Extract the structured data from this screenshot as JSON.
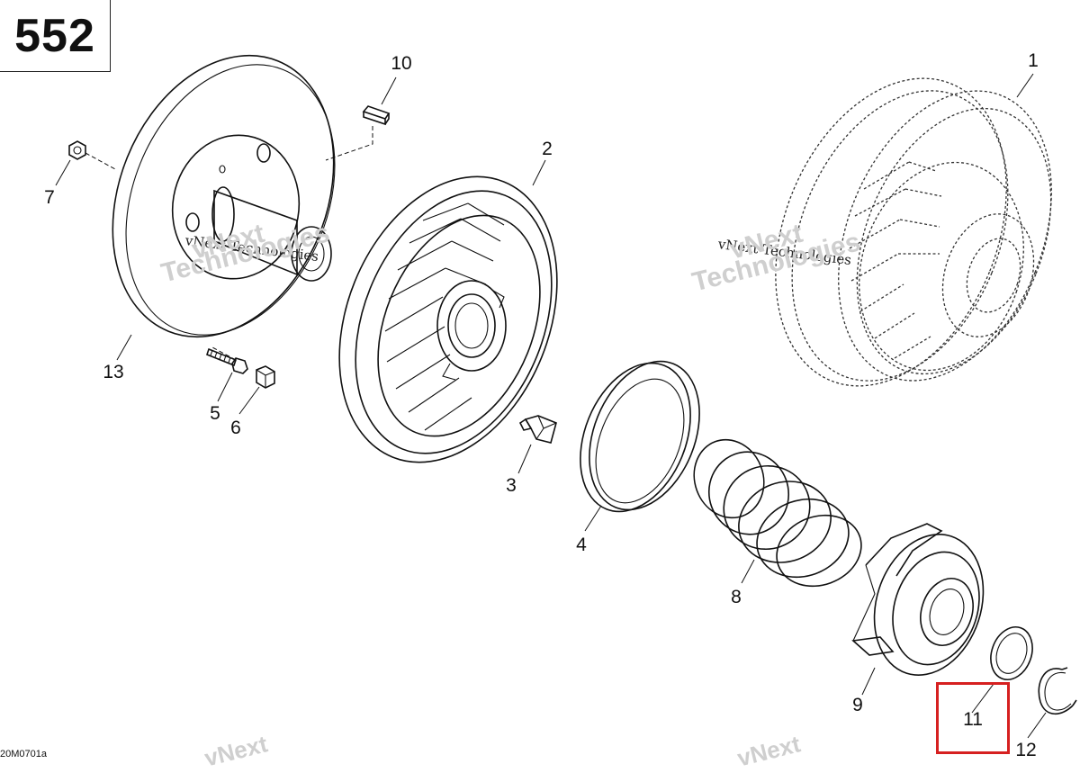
{
  "page_number": "552",
  "drawing_code": "20M0701a",
  "watermark": {
    "line1": "vNext Technologies",
    "line2": "vNext",
    "line3": "Technologies"
  },
  "callouts": [
    {
      "id": "1",
      "label": "1"
    },
    {
      "id": "2",
      "label": "2"
    },
    {
      "id": "3",
      "label": "3"
    },
    {
      "id": "4",
      "label": "4"
    },
    {
      "id": "5",
      "label": "5"
    },
    {
      "id": "6",
      "label": "6"
    },
    {
      "id": "7",
      "label": "7"
    },
    {
      "id": "8",
      "label": "8"
    },
    {
      "id": "9",
      "label": "9"
    },
    {
      "id": "10",
      "label": "10"
    },
    {
      "id": "11",
      "label": "11"
    },
    {
      "id": "12",
      "label": "12"
    },
    {
      "id": "13",
      "label": "13"
    }
  ],
  "highlight_color": "#d62020"
}
